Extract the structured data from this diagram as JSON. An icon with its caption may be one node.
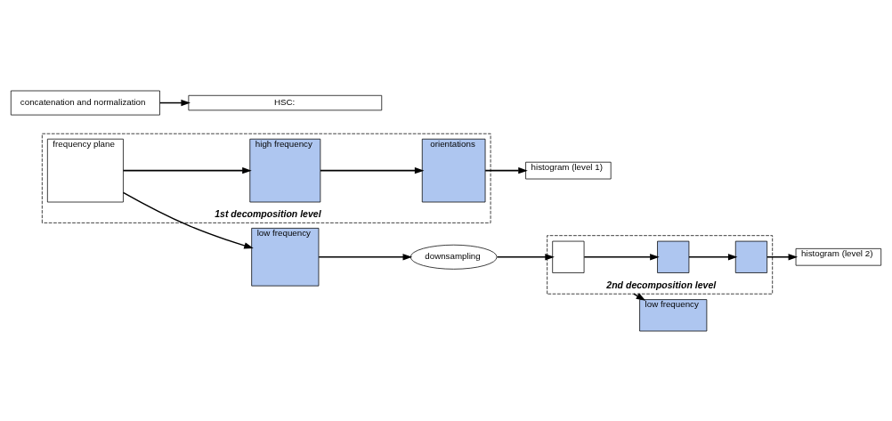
{
  "diagram": {
    "nodes": [
      {
        "text": [
          "1st decomposition level"
        ]
      },
      {
        "text": [
          "frequency plane"
        ],
        "in": 0
      },
      {
        "text": [
          "high frequency"
        ],
        "in": 0
      },
      {
        "text": [
          "orientations"
        ],
        "in": 0
      },
      {
        "text": [
          "histogram (level 1)"
        ]
      },
      {
        "text": [
          "low frequency"
        ]
      },
      {
        "text": [
          "downsampling"
        ]
      },
      {
        "text": [
          "2nd decomposition level"
        ]
      },
      {
        "text": [],
        "shape": "box",
        "in": 7
      },
      {
        "text": [],
        "shape": "box",
        "in": 7
      },
      {
        "text": [],
        "shape": "box",
        "in": 7
      },
      {
        "text": [
          "histogram (level 2)"
        ]
      },
      {
        "text": [
          "low frequency"
        ]
      },
      {
        "text": [
          "concatenation and normalization"
        ]
      },
      {
        "text": [
          "HSC:"
        ]
      }
    ],
    "edges": [
      {
        "from": 1,
        "to": 2,
        "arrow": "to"
      },
      {
        "from": 2,
        "to": 3,
        "arrow": "to"
      },
      {
        "from": 3,
        "to": 4,
        "arrow": "to"
      },
      {
        "from": 1,
        "to": 5,
        "arrow": "to"
      },
      {
        "from": 5,
        "to": 6,
        "arrow": "to"
      },
      {
        "from": 6,
        "to": 8,
        "arrow": "to"
      },
      {
        "from": 8,
        "to": 9,
        "arrow": "to"
      },
      {
        "from": 9,
        "to": 10,
        "arrow": "to"
      },
      {
        "from": 10,
        "to": 11,
        "arrow": "to"
      },
      {
        "from": 7,
        "to": 12,
        "arrow": "to"
      },
      {
        "from": 13,
        "to": 14,
        "arrow": "to"
      }
    ]
  }
}
